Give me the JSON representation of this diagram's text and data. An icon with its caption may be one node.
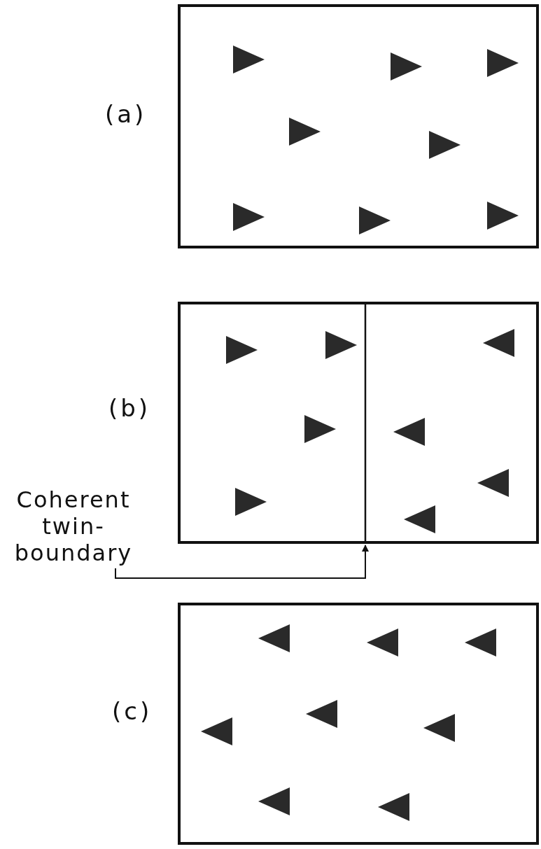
{
  "diagram": {
    "nodes": [
      {
        "text": [
          "Coherent twin- boundary"
        ]
      },
      {
        "text": [],
        "shape": "line"
      }
    ],
    "edges": [
      {
        "from": 0,
        "to": 1,
        "arrow": "to"
      }
    ],
    "labels": [
      "(a)",
      "(b)",
      "(c)"
    ]
  }
}
